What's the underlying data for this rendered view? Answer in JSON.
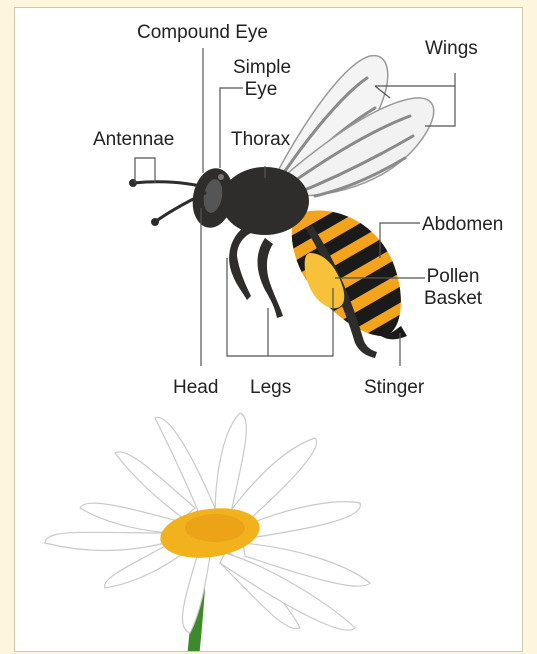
{
  "labels": {
    "compound_eye": "Compound Eye",
    "simple_eye_line1": "Simple",
    "simple_eye_line2": "Eye",
    "wings": "Wings",
    "antennae": "Antennae",
    "thorax": "Thorax",
    "abdomen": "Abdomen",
    "pollen_basket_line1": "Pollen",
    "pollen_basket_line2": "Basket",
    "head": "Head",
    "legs": "Legs",
    "stinger": "Stinger"
  },
  "colors": {
    "background": "#fdf6dc",
    "panel": "#ffffff",
    "bee_body": "#2f2d2b",
    "stripe_orange": "#f2a41c",
    "stripe_black": "#1a1a1a",
    "pollen": "#f7c23a",
    "wing": "#f4f4f4",
    "wing_vein": "#8a8a8a",
    "leader_line": "#555555",
    "petal": "#ffffff",
    "flower_center": "#f2b21e",
    "stem": "#3d8a2a"
  }
}
